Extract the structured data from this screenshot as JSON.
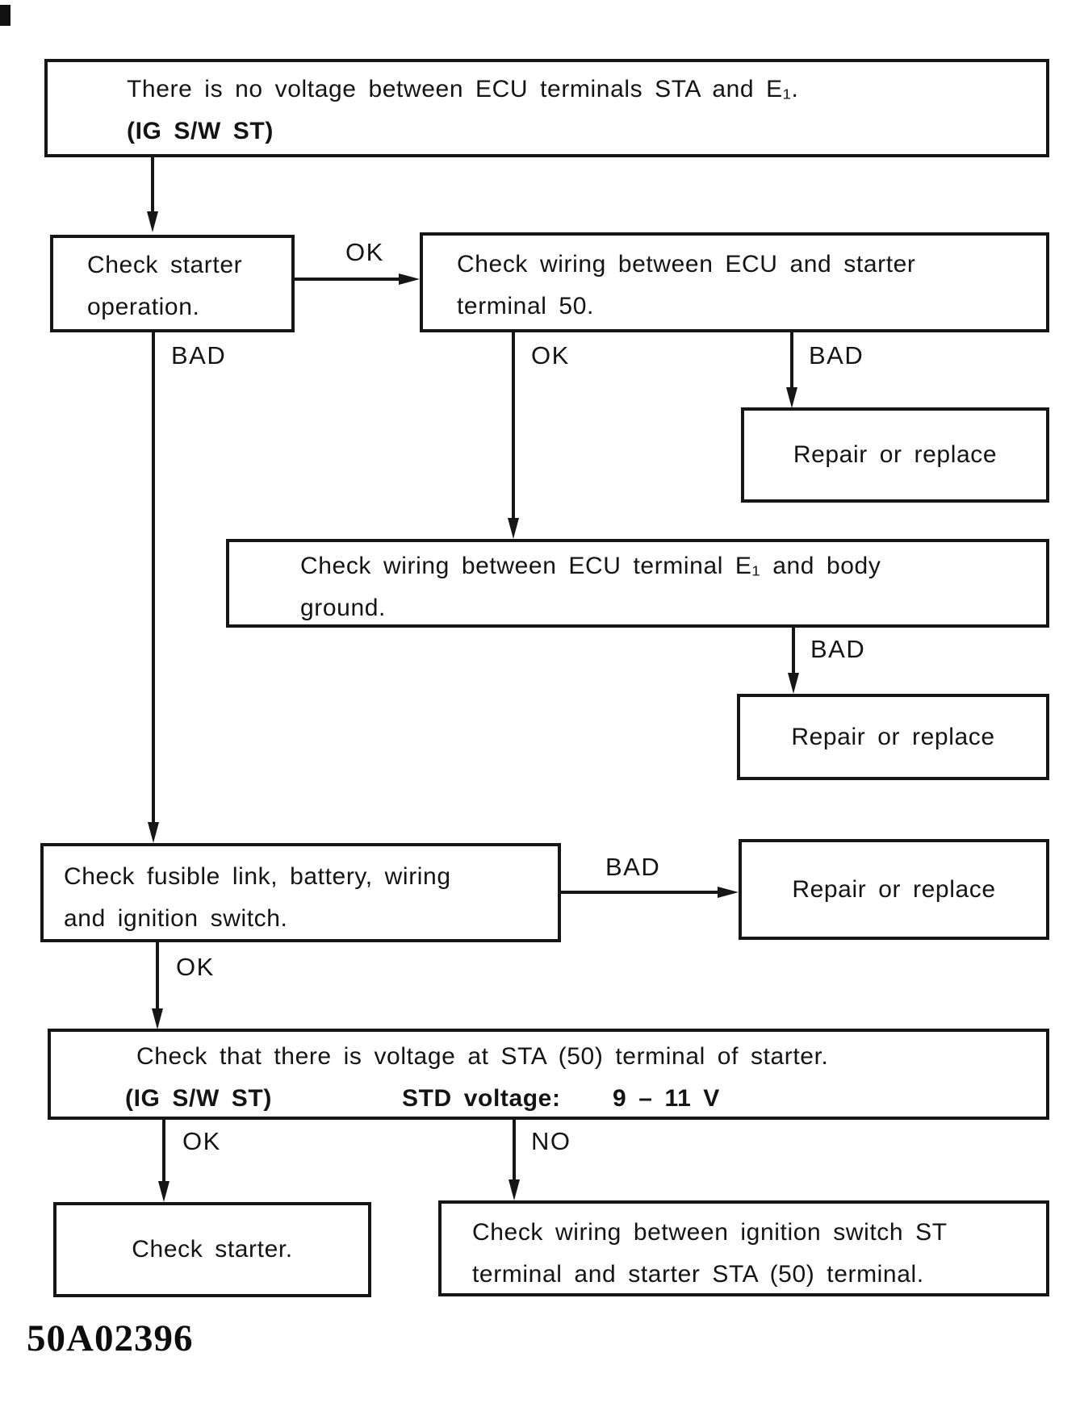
{
  "figure": {
    "code": "50A02396"
  },
  "flowchart": {
    "title_box": {
      "line1": "There is no voltage between ECU terminals STA and E₁.",
      "line2": "(IG S/W ST)"
    },
    "check_starter_operation": {
      "line1": "Check starter",
      "line2": "operation."
    },
    "check_wiring_ecu_starter_50": {
      "line1": "Check wiring between ECU and starter",
      "line2": "terminal 50."
    },
    "repair_or_replace_1": "Repair or replace",
    "check_wiring_e1_body_ground": {
      "line1": "Check wiring between ECU terminal E₁ and body",
      "line2": "ground."
    },
    "repair_or_replace_2": "Repair or replace",
    "check_fusible_link": {
      "line1": "Check fusible link, battery, wiring",
      "line2": "and ignition switch."
    },
    "repair_or_replace_3": "Repair or replace",
    "check_voltage_sta_50": {
      "line1": "Check that there is voltage at STA (50) terminal of starter.",
      "ig_sw": "(IG S/W ST)",
      "std_label": "STD voltage:",
      "std_value": "9 – 11 V"
    },
    "check_starter": "Check starter.",
    "check_wiring_ignition_switch": {
      "line1": "Check wiring between ignition switch ST",
      "line2": "terminal and starter STA (50) terminal."
    },
    "edge_labels": {
      "op_ok": "OK",
      "op_bad": "BAD",
      "wiring50_ok": "OK",
      "wiring50_bad": "BAD",
      "ground_bad": "BAD",
      "fusible_bad": "BAD",
      "fusible_ok": "OK",
      "voltage_ok": "OK",
      "voltage_no": "NO"
    }
  }
}
